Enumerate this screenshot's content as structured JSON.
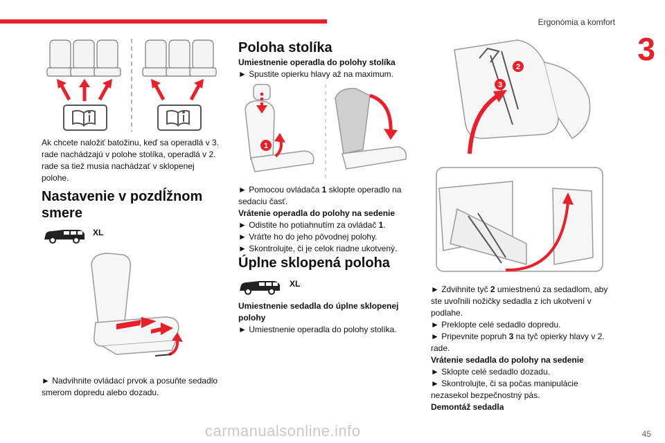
{
  "header": {
    "section_title": "Ergonómia a komfort",
    "chapter_number": "3",
    "page_number": "45"
  },
  "col1": {
    "paragraph": "Ak chcete naložiť batožinu, keď sa operadlá v 3. rade nachádzajú v polohe stolíka, operadlá v 2. rade sa tiež musia nachádzať v sklopenej polohe.",
    "heading": "Nastavenie v pozdĺžnom smere",
    "badge": "XL",
    "instruction": "► Nadvihnite ovládací prvok a posuňte sedadlo smerom dopredu alebo dozadu."
  },
  "col2": {
    "heading1": "Poloha stolíka",
    "sub1": "Umiestnenie operadla do polohy stolíka",
    "step1": "► Spustite opierku hlavy až na maximum.",
    "label1": "1",
    "step2a": "► Pomocou ovládača ",
    "step2b": "1",
    "step2c": " sklopte operadlo na sedaciu časť.",
    "sub2": "Vrátenie operadla do polohy na sedenie",
    "step3a": "► Odistite ho potiahnutím za ovládač ",
    "step3b": "1",
    "step3c": ".",
    "step4": "► Vráťte ho do jeho pôvodnej polohy.",
    "step5": "► Skontrolujte, či je celok riadne ukotvený.",
    "heading2": "Úplne sklopená poloha",
    "badge": "XL",
    "sub3": "Umiestnenie sedadla do úplne sklopenej polohy",
    "step6": "► Umiestnenie operadla do polohy stolíka."
  },
  "col3": {
    "label2": "2",
    "label3": "3",
    "step1a": "► Zdvihnite tyč ",
    "step1b": "2",
    "step1c": " umiestnenú za sedadlom, aby ste uvoľnili nožičky sedadla z ich ukotvení v podlahe.",
    "step2": "► Preklopte celé sedadlo dopredu.",
    "step3a": "► Pripevnite popruh ",
    "step3b": "3",
    "step3c": " na tyč opierky hlavy v 2. rade.",
    "sub1": "Vrátenie sedadla do polohy na sedenie",
    "step4": "► Sklopte celé sedadlo dozadu.",
    "step5": "► Skontrolujte, či sa počas manipulácie nezasekol bezpečnostný pás.",
    "sub2": "Demontáž sedadla"
  },
  "watermark": "carmanualsonline.info",
  "colors": {
    "accent": "#e8202a",
    "outline": "#9a9a9a"
  }
}
